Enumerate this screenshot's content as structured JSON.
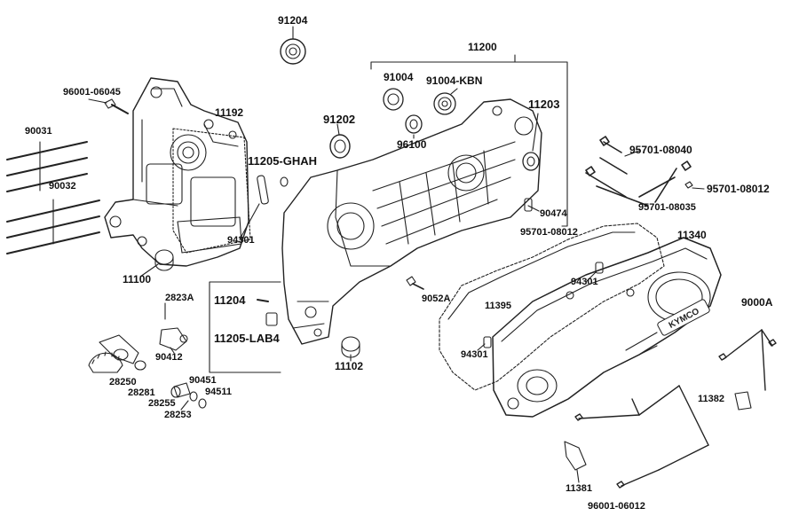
{
  "diagram": {
    "labels": {
      "p91204": "91204",
      "p11200": "11200",
      "p91004": "91004",
      "p91004kbn": "91004-KBN",
      "p96001_06045": "96001-06045",
      "p11192": "11192",
      "p91202": "91202",
      "p11203": "11203",
      "p90031": "90031",
      "p96100": "96100",
      "p11205ghah": "11205-GHAH",
      "p90032": "90032",
      "p95701_08040": "95701-08040",
      "p95701_08012a": "95701-08012",
      "p90474": "90474",
      "p95701_08035": "95701-08035",
      "p94301a": "94301",
      "p95701_08012b": "95701-08012",
      "p11340": "11340",
      "p11100": "11100",
      "p94301b": "94301",
      "p9052a": "9052A",
      "p11204": "11204",
      "p11395": "11395",
      "p9000a": "9000A",
      "p2823a": "2823A",
      "p11205lab4": "11205-LAB4",
      "p90412": "90412",
      "p94301c": "94301",
      "p11102": "11102",
      "p90451": "90451",
      "p28250": "28250",
      "p94511": "94511",
      "p28281": "28281",
      "p28255": "28255",
      "p28253": "28253",
      "p11382": "11382",
      "p11381": "11381",
      "p96001_06012": "96001-06012",
      "brand_logo": "KYMCO"
    }
  }
}
